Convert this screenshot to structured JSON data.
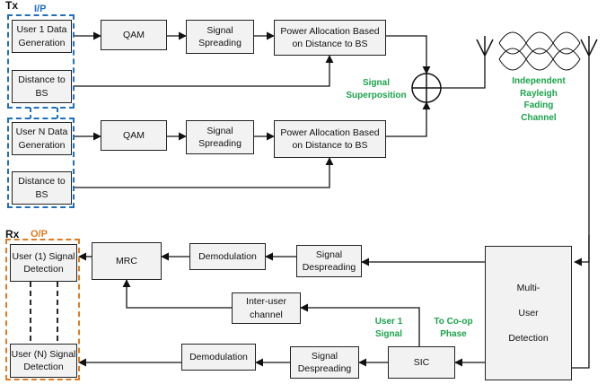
{
  "tx": {
    "header": "Tx",
    "input_label": "I/P",
    "user1_data_generation": "User 1 Data\nGeneration",
    "user1_distance": "Distance to\nBS",
    "userN_data_generation": "User N Data\nGeneration",
    "userN_distance": "Distance to\nBS",
    "qam_1": "QAM",
    "qam_n": "QAM",
    "spreading_1": "Signal\nSpreading",
    "spreading_n": "Signal\nSpreading",
    "power_alloc_1": "Power Allocation Based\non Distance to BS",
    "power_alloc_n": "Power Allocation Based\non Distance to BS",
    "superposition_label": "Signal\nSuperposition",
    "channel_label": "Independent\nRayleigh\nFading\nChannel"
  },
  "rx": {
    "header": "Rx",
    "output_label": "O/P",
    "multi_user_detection": "Multi-\n\nUser\n\nDetection",
    "despreading_top": "Signal\nDespreading",
    "demodulation_top": "Demodulation",
    "mrc": "MRC",
    "user1_detection": "User (1) Signal\nDetection",
    "userN_detection": "User (N) Signal\nDetection",
    "inter_user_channel": "Inter-user\nchannel",
    "sic": "SIC",
    "despreading_bottom": "Signal\nDespreading",
    "demodulation_bottom": "Demodulation",
    "user1_signal_label": "User 1\nSignal",
    "coop_label": "To Co-op\nPhase"
  },
  "colors": {
    "input_border": "#1f6fbf",
    "output_border": "#e07a20",
    "annotation_green": "#1aa34a",
    "block_fill": "#f2f2f2"
  }
}
